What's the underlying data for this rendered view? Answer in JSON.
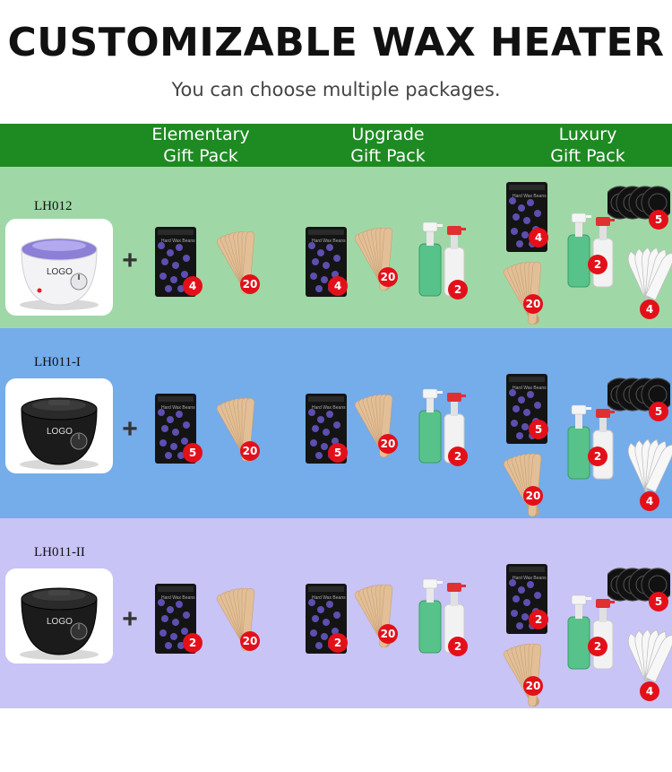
{
  "title": "CUSTOMIZABLE WAX HEATER",
  "subtitle": "You can choose multiple packages.",
  "packs": [
    {
      "line1": "Elementary",
      "line2": "Gift Pack"
    },
    {
      "line1": "Upgrade",
      "line2": "Gift Pack"
    },
    {
      "line1": "Luxury",
      "line2": "Gift Pack"
    }
  ],
  "heater_logo": "LOGO",
  "rows": [
    {
      "model": "LH012",
      "beads": "4",
      "sticks": "20",
      "sprays": "2",
      "rings": "5",
      "spatulas": "4"
    },
    {
      "model": "LH011-I",
      "beads": "5",
      "sticks": "20",
      "sprays": "2",
      "rings": "5",
      "spatulas": "4"
    },
    {
      "model": "LH011-II",
      "beads": "2",
      "sticks": "20",
      "sprays": "2",
      "rings": "5",
      "spatulas": "4"
    }
  ],
  "plus_sign": "+",
  "colors": {
    "header": "#1e8a22",
    "row_lh012": "#9fd8a6",
    "row_lh011_i": "#75acea",
    "row_lh011_ii": "#c8c4f6",
    "badge": "#e3101a"
  }
}
